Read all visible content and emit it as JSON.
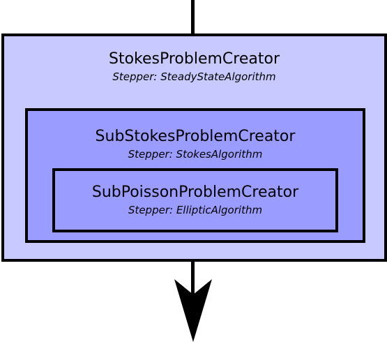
{
  "diagram": {
    "outer": {
      "title": "StokesProblemCreator",
      "stepper": "Stepper: SteadyStateAlgorithm"
    },
    "middle": {
      "title": "SubStokesProblemCreator",
      "stepper": "Stepper: StokesAlgorithm"
    },
    "inner": {
      "title": "SubPoissonProblemCreator",
      "stepper": "Stepper: EllipticAlgorithm"
    },
    "colors": {
      "outer_fill": "#c8caff",
      "inner_fill": "#9a9cff",
      "stroke": "#000000"
    }
  }
}
